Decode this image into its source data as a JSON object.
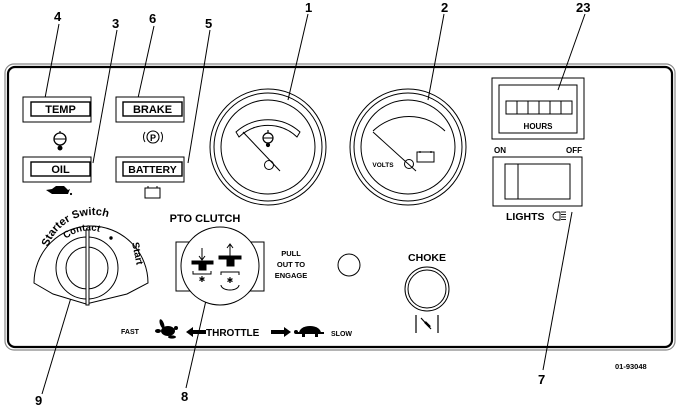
{
  "figure_id": "01-93048",
  "callouts": {
    "temp": "4",
    "oil": "3",
    "brake": "6",
    "battery": "5",
    "hour_meter_gauge": "1",
    "voltmeter": "2",
    "hour_meter": "23",
    "lights_switch": "7",
    "pto_clutch": "8",
    "ignition": "9"
  },
  "warning_lights": {
    "temp": "TEMP",
    "oil": "OIL",
    "brake": "BRAKE",
    "battery": "BATTERY",
    "brake_icon_glyph": "P"
  },
  "gauges": {
    "voltmeter_label": "VOLTS"
  },
  "hour_meter": {
    "label": "HOURS",
    "digit_cells": 6
  },
  "lights_switch": {
    "on_label": "ON",
    "off_label": "OFF",
    "label": "LIGHTS"
  },
  "ignition": {
    "arc_label": "Starter Switch",
    "contact_label": "Contact",
    "start_label": "Start"
  },
  "pto": {
    "title": "PTO CLUTCH",
    "instruction_line1": "PULL",
    "instruction_line2": "OUT TO",
    "instruction_line3": "ENGAGE"
  },
  "throttle": {
    "fast_label": "FAST",
    "label": "THROTTLE",
    "slow_label": "SLOW"
  },
  "choke": {
    "label": "CHOKE"
  }
}
